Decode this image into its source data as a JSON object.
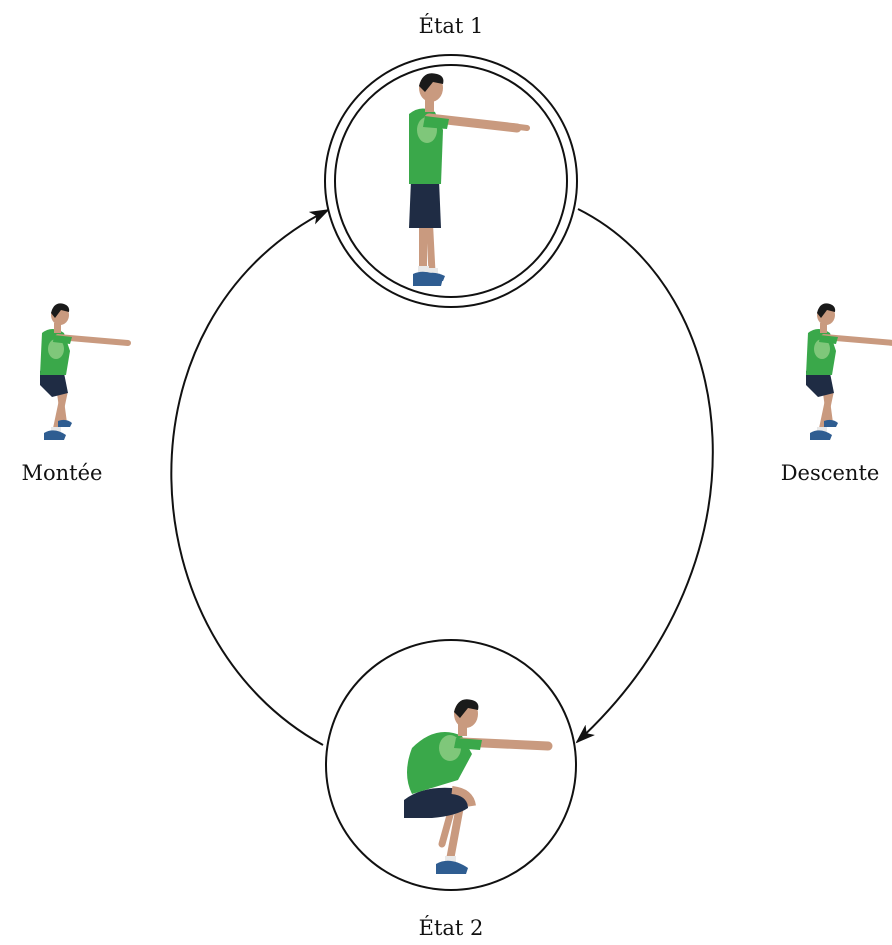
{
  "diagram": {
    "state1_label": "État 1",
    "state2_label": "État 2",
    "left_transition_label": "Montée",
    "right_transition_label": "Descente",
    "states": [
      {
        "id": "state-1",
        "label": "État 1",
        "pose": "standing-arms-forward",
        "accepting_double_circle": true
      },
      {
        "id": "state-2",
        "label": "État 2",
        "pose": "deep-squat-arms-forward",
        "accepting_double_circle": false
      }
    ],
    "transitions": [
      {
        "from": "État 1",
        "to": "État 2",
        "label": "Descente",
        "side": "right",
        "pose": "half-squat"
      },
      {
        "from": "État 2",
        "to": "État 1",
        "label": "Montée",
        "side": "left",
        "pose": "half-squat"
      }
    ]
  },
  "colors": {
    "line": "#111111",
    "shirt": "#3aa84a",
    "shirt_shade": "#7fc77a",
    "shorts": "#1f2c44",
    "skin": "#c99a7f",
    "hair": "#1a1a1a",
    "shoe": "#2f5d91",
    "sock": "#e8e8e8"
  }
}
